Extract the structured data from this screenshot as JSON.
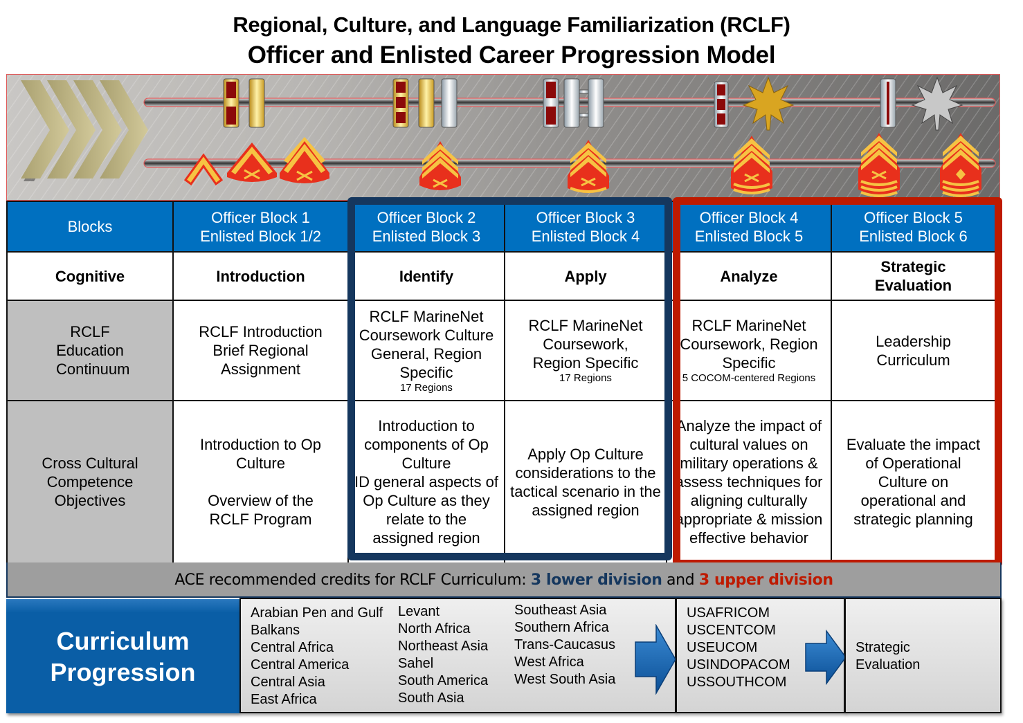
{
  "title": {
    "line1": "Regional, Culture, and  Language Familiarization (RCLF)",
    "line2": "Officer and Enlisted Career Progression Model"
  },
  "banner": {
    "icons": [
      "chevron-arrows-icon",
      "officer-rank-insignia-icons",
      "enlisted-rank-chevron-icons"
    ],
    "officer_ranks": [
      "Warrant Officer 1",
      "Second Lieutenant",
      "Chief Warrant Officer 2",
      "Second Lieutenant",
      "First Lieutenant",
      "Chief Warrant Officer 3",
      "Captain",
      "Chief Warrant Officer 4",
      "Major",
      "Chief Warrant Officer 5",
      "Lieutenant Colonel"
    ],
    "enlisted_ranks": [
      "Private First Class",
      "Lance Corporal",
      "Corporal",
      "Sergeant",
      "Staff Sergeant",
      "Gunnery Sergeant",
      "Master Sergeant",
      "First Sergeant"
    ]
  },
  "table": {
    "header": [
      {
        "l1": "Blocks",
        "l2": ""
      },
      {
        "l1": "Officer Block 1",
        "l2": "Enlisted Block 1/2"
      },
      {
        "l1": "Officer Block 2",
        "l2": "Enlisted Block 3"
      },
      {
        "l1": "Officer Block 3",
        "l2": "Enlisted Block 4"
      },
      {
        "l1": "Officer Block 4",
        "l2": "Enlisted Block 5"
      },
      {
        "l1": "Officer Block 5",
        "l2": "Enlisted Block 6"
      }
    ],
    "cognitive": [
      "Cognitive",
      "Introduction",
      "Identify",
      "Apply",
      "Analyze",
      "Strategic Evaluation"
    ],
    "education": {
      "label": "RCLF Education Continuum",
      "cells": [
        {
          "text": "RCLF Introduction Brief Regional Assignment",
          "note": ""
        },
        {
          "text": "RCLF MarineNet Coursework Culture General, Region Specific",
          "note": "17 Regions"
        },
        {
          "text": "RCLF MarineNet Coursework, Region Specific",
          "note": "17 Regions"
        },
        {
          "text": "RCLF MarineNet Coursework, Region Specific",
          "note": "5 COCOM-centered Regions"
        },
        {
          "text": "Leadership Curriculum",
          "note": ""
        }
      ]
    },
    "objectives": {
      "label": "Cross Cultural Competence Objectives",
      "cells": [
        {
          "p1": "Introduction to Op Culture",
          "p2": "Overview of the RCLF Program"
        },
        {
          "p1": "Introduction to components of Op Culture",
          "p2": "ID general aspects of Op Culture as they relate to the assigned region"
        },
        {
          "p1": "Apply Op Culture considerations to the tactical scenario in the assigned region",
          "p2": ""
        },
        {
          "p1": "Analyze the impact of cultural values on military operations & assess techniques for aligning culturally appropriate & mission effective behavior",
          "p2": ""
        },
        {
          "p1": "Evaluate the impact of Operational Culture on operational and strategic planning",
          "p2": ""
        }
      ]
    }
  },
  "ace": {
    "prefix": "ACE recommended credits for RCLF Curriculum: ",
    "lower": "3 lower division",
    "mid": " and ",
    "upper": "3 upper division",
    "colors": {
      "lower": "#15375e",
      "upper": "#be1a00"
    }
  },
  "curriculum": {
    "label_l1": "Curriculum",
    "label_l2": "Progression",
    "regions_col1": [
      "Arabian Pen and Gulf",
      "Balkans",
      "Central Africa",
      "Central America",
      "Central Asia",
      "East Africa"
    ],
    "regions_col2": [
      "Levant",
      "North Africa",
      "Northeast Asia",
      "Sahel",
      "South America",
      "South Asia"
    ],
    "regions_col3": [
      "Southeast Asia",
      "Southern Africa",
      "Trans-Caucasus",
      "West Africa",
      "West South Asia"
    ],
    "cocoms": [
      "USAFRICOM",
      "USCENTCOM",
      "USEUCOM",
      "USINDOPACOM",
      "USSOUTHCOM"
    ],
    "final_l1": "Strategic",
    "final_l2": "Evaluation"
  },
  "colors": {
    "header_blue": "#0070c0",
    "frame_blue": "#15375e",
    "frame_red": "#be1a00",
    "rowhead_gray": "#bfbfbf",
    "ace_gray": "#9e9e9e"
  }
}
